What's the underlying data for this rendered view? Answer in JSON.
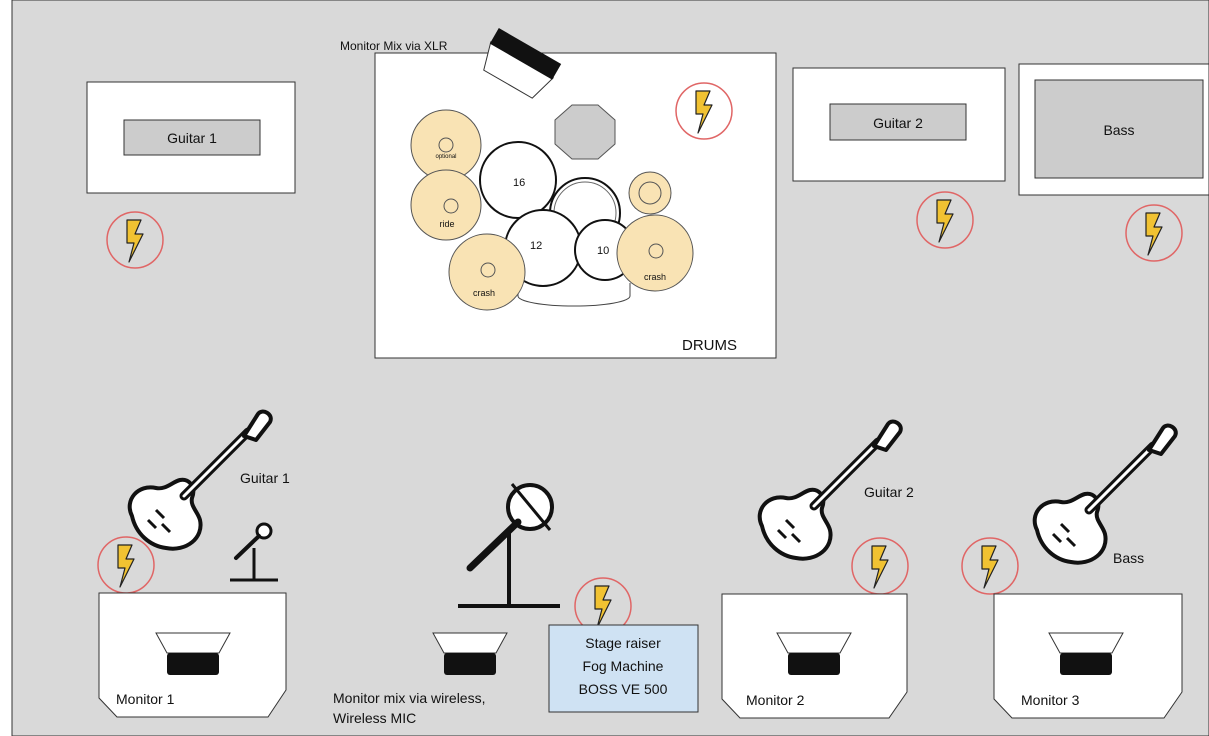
{
  "title_label": "Monitor Mix via XLR",
  "amps": {
    "guitar1": "Guitar 1",
    "guitar2": "Guitar 2",
    "bass": "Bass"
  },
  "drums": {
    "label": "DRUMS",
    "toms": {
      "floor": "16",
      "rack_left": "12",
      "rack_right": "10"
    },
    "cymbals": {
      "top": "optional",
      "ride": "ride",
      "crash_left": "crash",
      "crash_right": "crash"
    }
  },
  "players": {
    "guitar1": "Guitar 1",
    "guitar2": "Guitar 2",
    "bass": "Bass"
  },
  "monitors": {
    "m1": "Monitor 1",
    "m2": "Monitor 2",
    "m3": "Monitor 3"
  },
  "vocal": {
    "line1": "Monitor mix via wireless,",
    "line2": "Wireless MIC"
  },
  "note_box": {
    "line1": "Stage raiser",
    "line2": "Fog Machine",
    "line3": "BOSS VE 500"
  },
  "colors": {
    "stage_bg": "#d9d9d9",
    "box_fill": "#ffffff",
    "amp_inner": "#cccccc",
    "cymbal": "#f9e3b4",
    "power_ring": "#e06666",
    "bolt": "#f1c232",
    "note_fill": "#cfe2f3"
  },
  "icons": [
    "power-outlet-icon",
    "electric-guitar-icon",
    "microphone-icon",
    "wedge-monitor-icon",
    "drum-kit-icon"
  ]
}
